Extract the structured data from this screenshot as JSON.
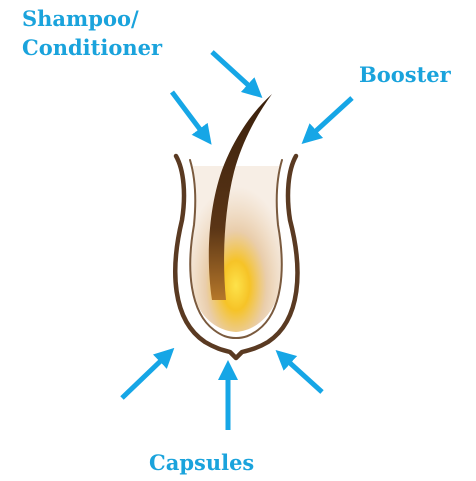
{
  "labels": {
    "shampoo_line1": "Shampoo/",
    "shampoo_line2": "Conditioner",
    "booster": "Booster",
    "capsules": "Capsules"
  },
  "colors": {
    "label_text": "#1aa3dc",
    "arrow": "#16a6e6",
    "skin_line": "#8a6b4f",
    "follicle_wall": "#5a3a22",
    "hair_shaft": "#4a2c14",
    "bulb_glow": "#f3c21a"
  }
}
